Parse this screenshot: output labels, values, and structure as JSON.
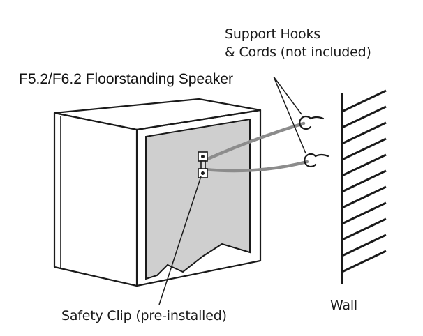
{
  "labels": {
    "title": "F5.2/F6.2 Floorstanding Speaker",
    "support_hooks_line1": "Support Hooks",
    "support_hooks_line2": "& Cords (not included)",
    "safety_clip": "Safety Clip (pre-installed)",
    "wall": "Wall"
  },
  "colors": {
    "ink": "#1a1a1a",
    "speaker_back_panel": "#cfcfcf",
    "cord": "#8c8c8c",
    "background": "#ffffff"
  }
}
